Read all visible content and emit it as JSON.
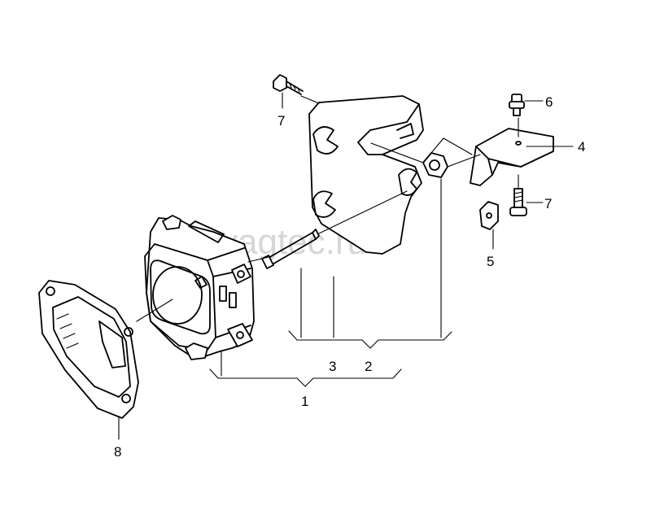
{
  "watermark": "vagtec.ru",
  "callouts": [
    {
      "id": "1",
      "text": "1"
    },
    {
      "id": "2",
      "text": "2"
    },
    {
      "id": "3",
      "text": "3"
    },
    {
      "id": "4",
      "text": "4"
    },
    {
      "id": "5",
      "text": "5"
    },
    {
      "id": "6",
      "text": "6"
    },
    {
      "id": "7a",
      "text": "7"
    },
    {
      "id": "7b",
      "text": "7"
    },
    {
      "id": "8",
      "text": "8"
    }
  ]
}
